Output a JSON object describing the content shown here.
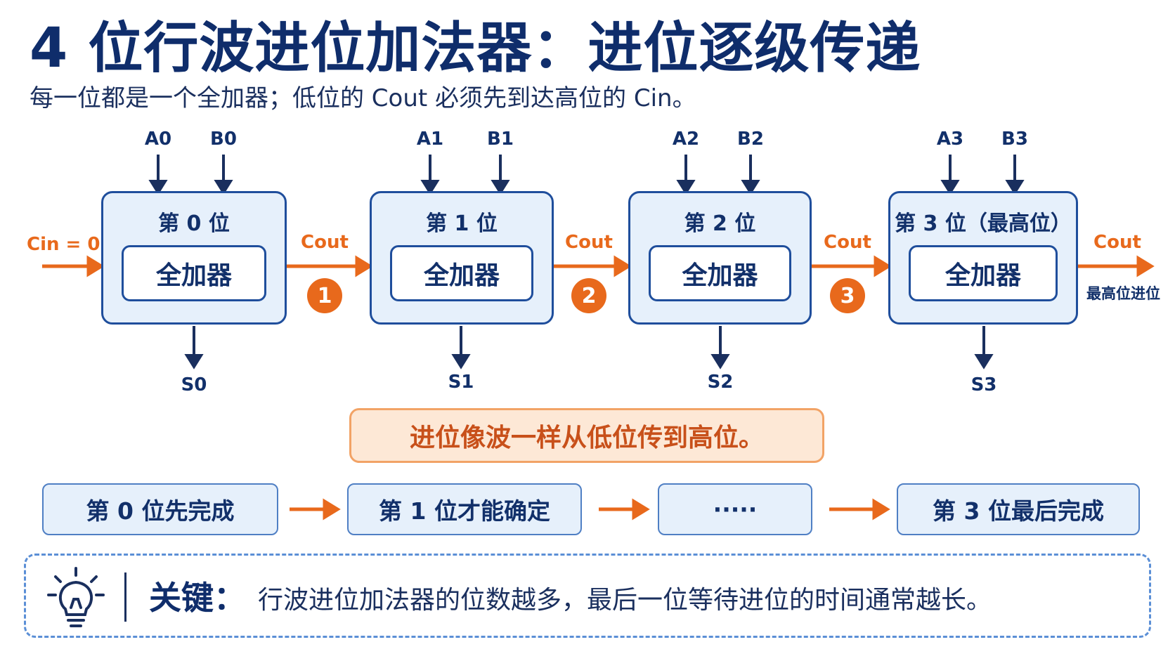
{
  "title": "4 位行波进位加法器：进位逐级传递",
  "subtitle": "每一位都是一个全加器；低位的 Cout 必须先到达高位的 Cin。",
  "cin_label": "Cin = 0",
  "cout_label": "Cout",
  "msb_carry_label": "最高位进位",
  "stages": [
    {
      "title": "第 0 位",
      "core": "全加器",
      "a": "A0",
      "b": "B0",
      "s": "S0"
    },
    {
      "title": "第 1 位",
      "core": "全加器",
      "a": "A1",
      "b": "B1",
      "s": "S1"
    },
    {
      "title": "第 2 位",
      "core": "全加器",
      "a": "A2",
      "b": "B2",
      "s": "S2"
    },
    {
      "title": "第 3 位（最高位）",
      "core": "全加器",
      "a": "A3",
      "b": "B3",
      "s": "S3"
    }
  ],
  "badges": [
    "1",
    "2",
    "3"
  ],
  "note": "进位像波一样从低位传到高位。",
  "flow": [
    "第 0 位先完成",
    "第 1 位才能确定",
    "·····",
    "第 3 位最后完成"
  ],
  "key": {
    "label": "关键：",
    "text": "行波进位加法器的位数越多，最后一位等待进位的时间通常越长。"
  },
  "colors": {
    "navy": "#1f4e9c",
    "orange": "#e8691c",
    "stage_fill": "#e6f0fb",
    "note_fill": "#fde8d6"
  },
  "icons": [
    "lightbulb-icon"
  ]
}
